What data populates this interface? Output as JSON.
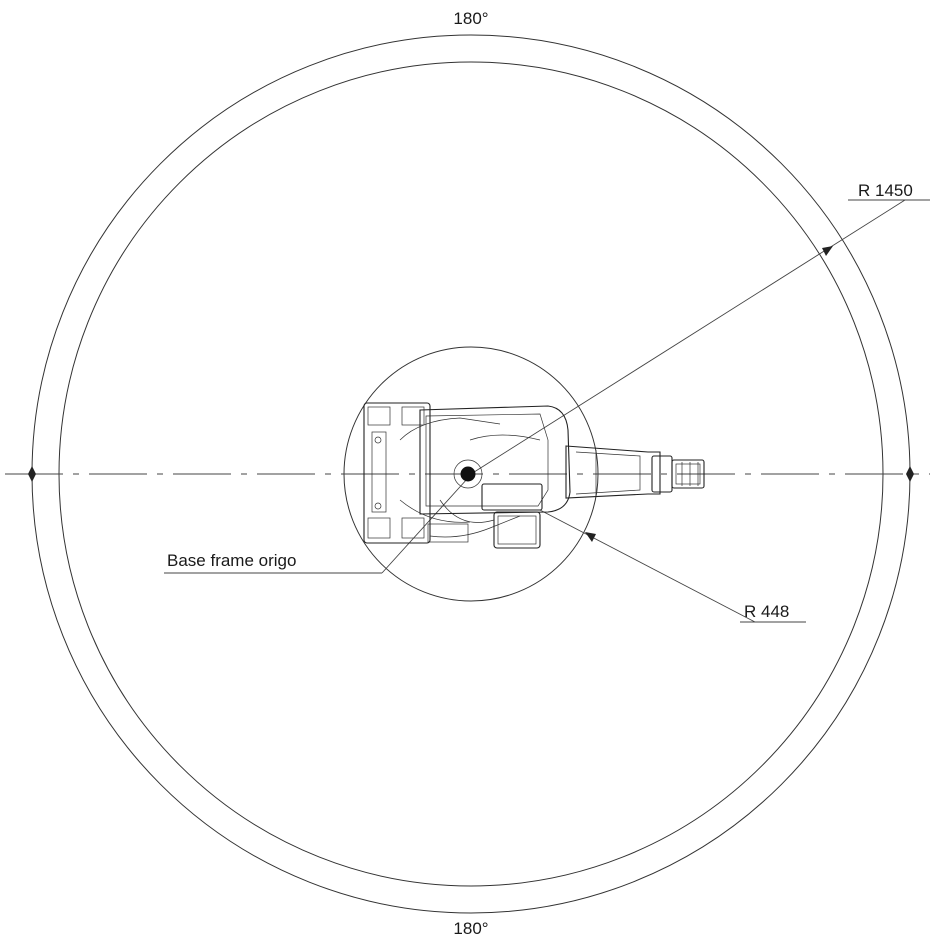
{
  "labels": {
    "angle_top": "180°",
    "angle_bottom": "180°",
    "radius_outer": "R 1450",
    "radius_inner": "R 448",
    "base_origin": "Base frame origo"
  },
  "colors": {
    "line": "#333333",
    "background": "#ffffff"
  }
}
